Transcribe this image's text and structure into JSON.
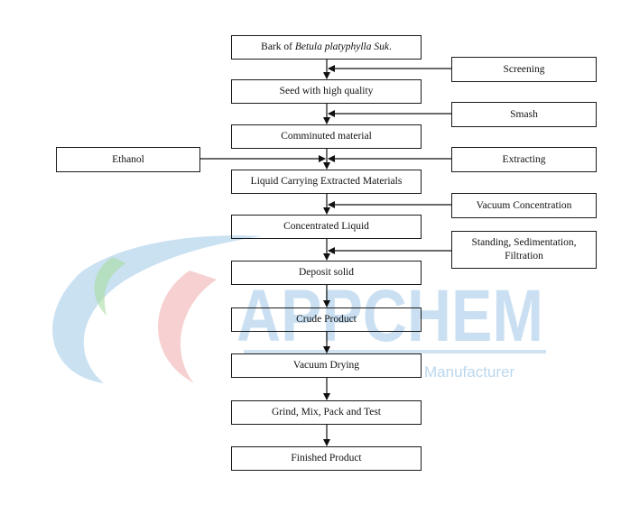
{
  "watermark": {
    "brand": "APPCHEM",
    "tagline": "Manufacturer",
    "colors": {
      "blue": "#9fc8e8",
      "green": "#a8dca0",
      "red": "#f2b2b2"
    }
  },
  "diagram": {
    "steps": [
      {
        "pre": "Bark of ",
        "italic": "Betula platyphylla Suk",
        "post": "."
      },
      {
        "label": "Seed with high quality"
      },
      {
        "label": "Comminuted material"
      },
      {
        "label": "Liquid Carrying Extracted Materials"
      },
      {
        "label": "Concentrated Liquid"
      },
      {
        "label": "Deposit solid"
      },
      {
        "label": "Crude Product"
      },
      {
        "label": "Vacuum Drying"
      },
      {
        "label": "Grind, Mix, Pack and Test"
      },
      {
        "label": "Finished Product"
      }
    ],
    "processes": [
      {
        "label": "Screening"
      },
      {
        "label": "Smash"
      },
      {
        "label": "Extracting"
      },
      {
        "label": "Vacuum Concentration"
      },
      {
        "line1": "Standing, Sedimentation,",
        "line2": "Filtration"
      }
    ],
    "input": {
      "label": "Ethanol"
    }
  }
}
